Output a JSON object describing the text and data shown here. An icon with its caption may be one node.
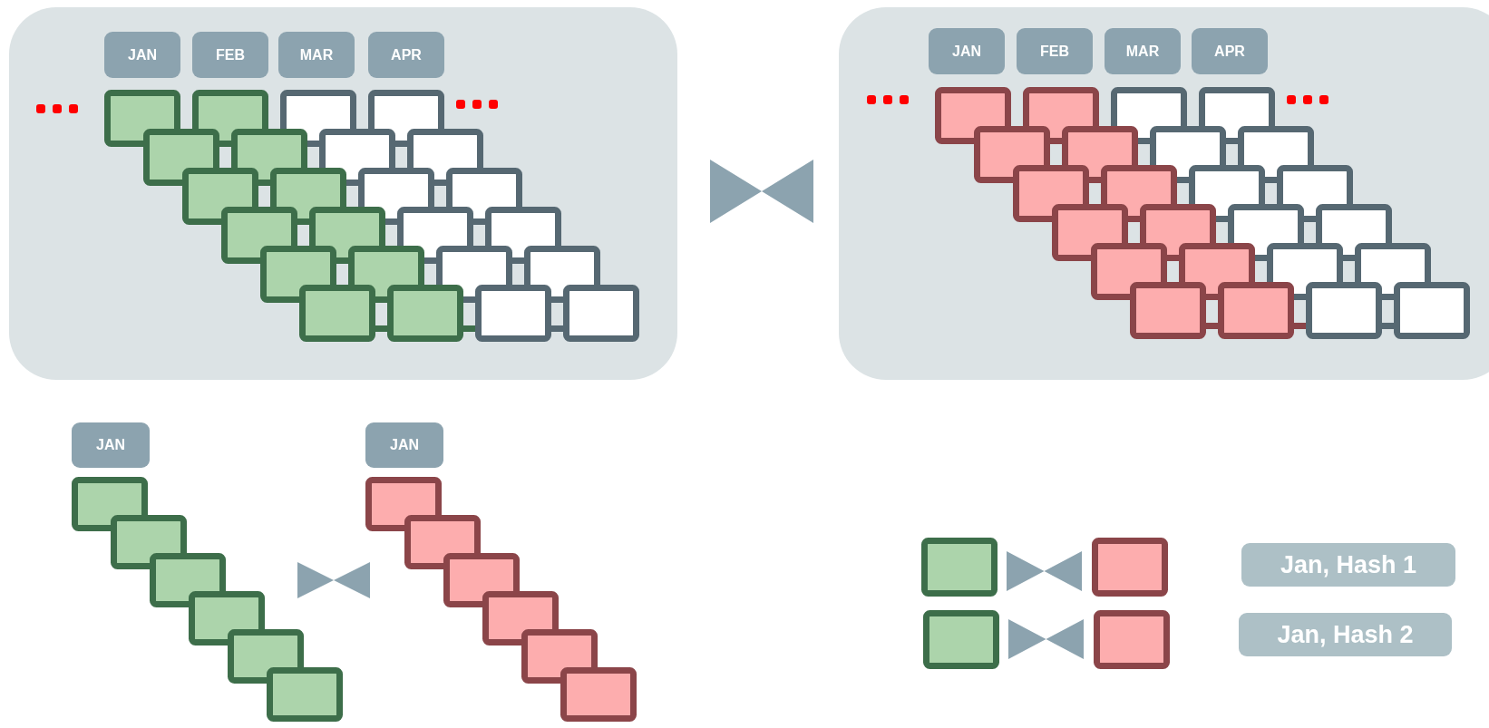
{
  "diagram": {
    "nodes": [
      {
        "text": [],
        "shape": "box"
      },
      {
        "text": [
          "JAN"
        ],
        "in": 0
      },
      {
        "text": [
          "FEB"
        ],
        "in": 0
      },
      {
        "text": [
          "MAR"
        ],
        "in": 0
      },
      {
        "text": [
          "APR"
        ],
        "in": 0
      },
      {
        "text": [],
        "shape": "box"
      },
      {
        "text": [
          "JAN"
        ],
        "in": 5
      },
      {
        "text": [
          "FEB"
        ],
        "in": 5
      },
      {
        "text": [
          "MAR"
        ],
        "in": 5
      },
      {
        "text": [
          "APR"
        ],
        "in": 5
      },
      {
        "text": [
          "JAN"
        ]
      },
      {
        "text": [
          "JAN"
        ]
      },
      {
        "text": [
          "Jan, Hash 1"
        ]
      },
      {
        "text": [
          "Jan, Hash 2"
        ]
      }
    ]
  }
}
